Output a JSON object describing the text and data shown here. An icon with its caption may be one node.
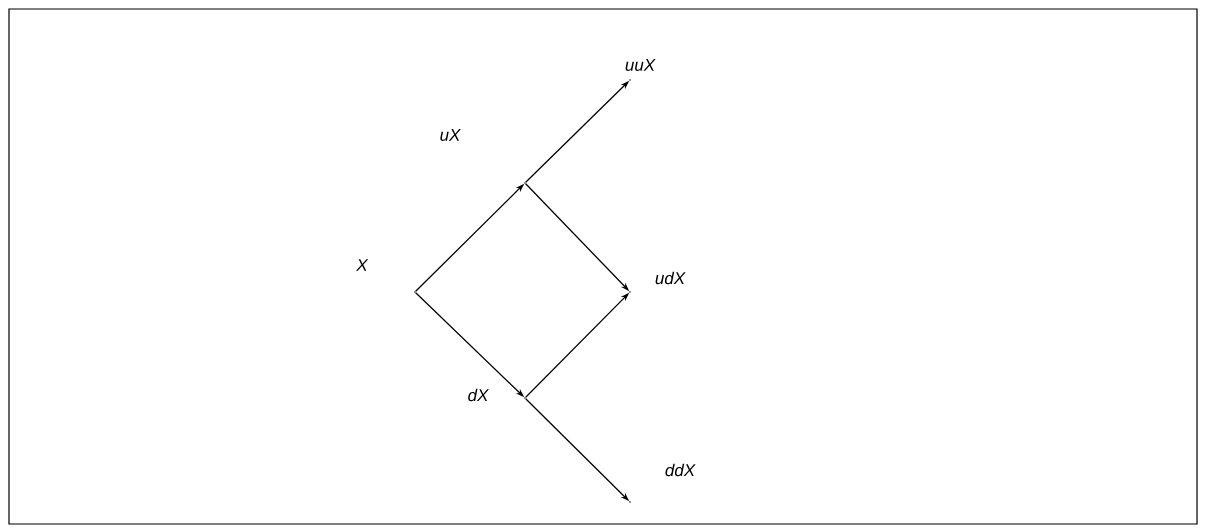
{
  "diagram": {
    "nodes": [
      {
        "text": [
          "X"
        ]
      },
      {
        "text": [
          "uX"
        ]
      },
      {
        "text": [
          "uuX"
        ]
      },
      {
        "text": [
          "udX"
        ]
      },
      {
        "text": [
          "dX"
        ]
      },
      {
        "text": [
          "ddX"
        ]
      }
    ],
    "edges": [
      {
        "from": 0,
        "to": 1,
        "arrow": "to"
      },
      {
        "from": 0,
        "to": 4,
        "arrow": "to"
      },
      {
        "from": 1,
        "to": 2,
        "arrow": "to"
      },
      {
        "from": 1,
        "to": 3,
        "arrow": "to"
      },
      {
        "from": 4,
        "to": 3,
        "arrow": "to"
      },
      {
        "from": 4,
        "to": 5,
        "arrow": "to"
      }
    ]
  }
}
